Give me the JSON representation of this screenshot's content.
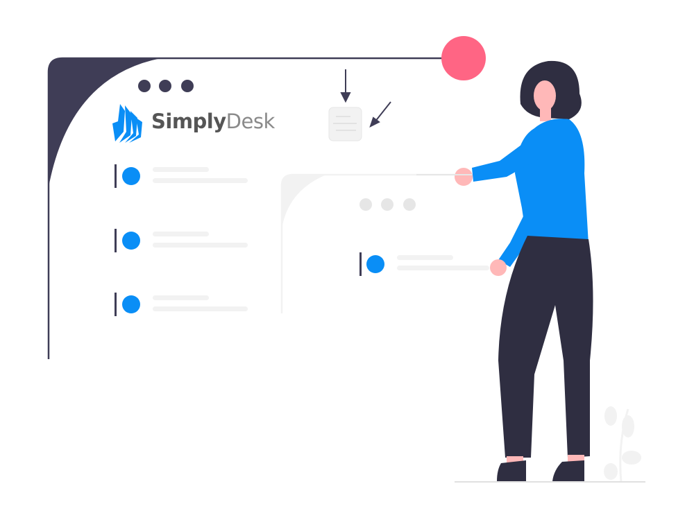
{
  "brand": {
    "name_bold": "Simply",
    "name_light": "Desk"
  },
  "colors": {
    "dark": "#3f3d56",
    "accent_blue": "#0a8ef6",
    "pink": "#ff6584",
    "light_gray": "#f2f2f2",
    "person_blue": "#0a8ef6",
    "pants": "#2f2e41",
    "skin": "#ffb8b8"
  },
  "main_window": {
    "list_items": 3
  },
  "secondary_window": {
    "list_items": 1
  }
}
